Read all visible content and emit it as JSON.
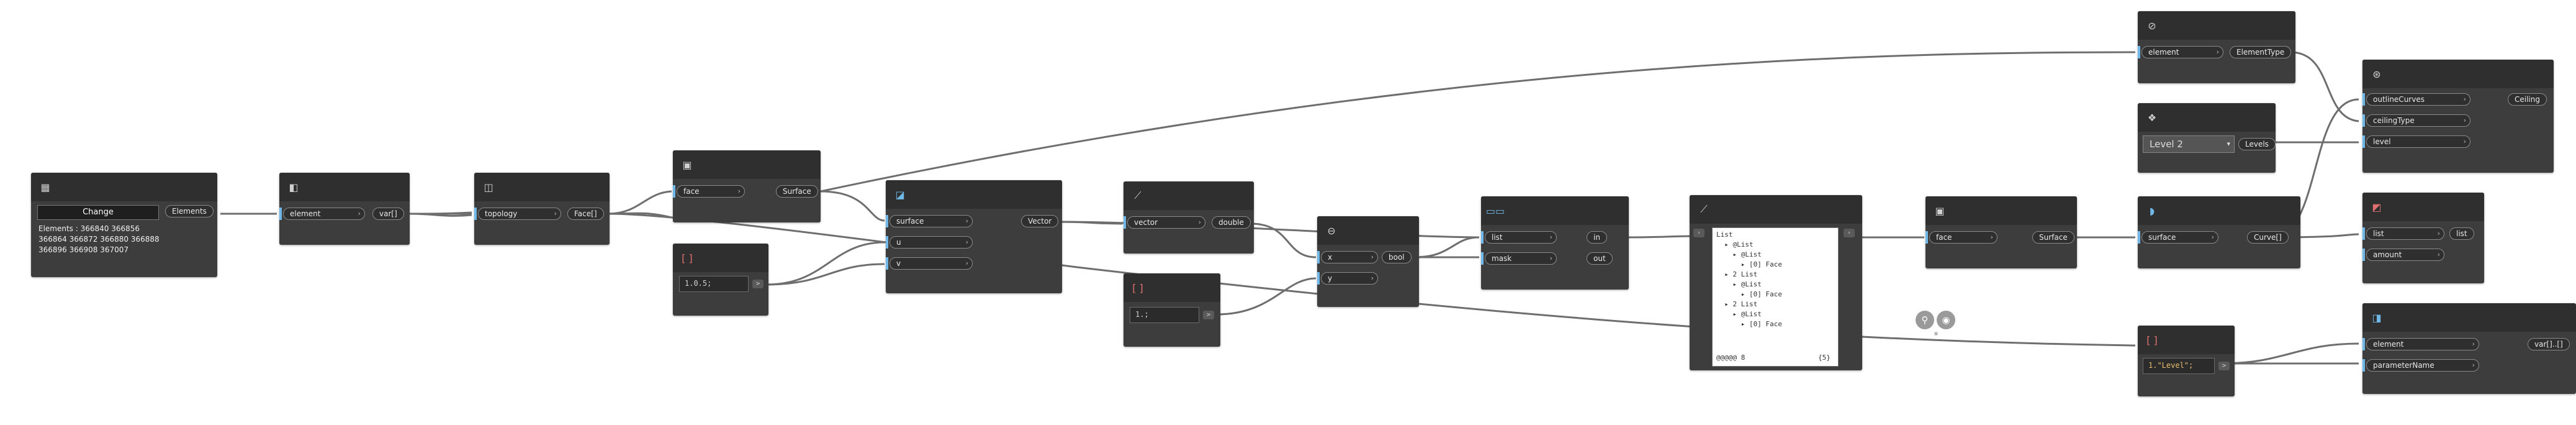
{
  "nodes": {
    "select_elements": {
      "button_label": "Change",
      "output": "Elements",
      "elements_text": "Elements : 366840 366856 366864 366872 366880 366888 366896 366908 367007"
    },
    "element_geometry": {
      "input": "element",
      "output": "var[]"
    },
    "topology_faces": {
      "input": "topology",
      "output": "Face[]"
    },
    "face_surface": {
      "input": "face",
      "output": "Surface"
    },
    "surface_normal": {
      "inputs": [
        "surface",
        "u",
        "v"
      ],
      "output": "Vector"
    },
    "code_half": {
      "code": "1.0.5;"
    },
    "vector_z": {
      "input": "vector",
      "output": "double"
    },
    "code_one": {
      "code": "1.;"
    },
    "compare": {
      "inputs": [
        "x",
        "y"
      ],
      "output": "bool"
    },
    "filter_by_bool": {
      "inputs": [
        "list",
        "mask"
      ],
      "outputs": [
        "in",
        "out"
      ]
    },
    "watch": {
      "lines": [
        "List",
        "  ▸ @List",
        "    ▸ @List",
        "      ▸ [0] Face",
        "  ▸ 2 List",
        "    ▸ @List",
        "      ▸ [0] Face",
        "  ▸ 2 List",
        "    ▸ @List",
        "      ▸ [0] Face"
      ],
      "footer_left": "@@@@@ 8",
      "footer_right": "{5}"
    },
    "face_surface_2": {
      "input": "face",
      "output": "Surface"
    },
    "perimeter_curves": {
      "input": "surface",
      "output": "Curve[]"
    },
    "offset": {
      "inputs": [
        "list",
        "amount"
      ],
      "output": "list"
    },
    "element_type": {
      "input": "element",
      "output": "ElementType"
    },
    "levels": {
      "selected": "Level 2",
      "output": "Levels"
    },
    "ceiling_create": {
      "inputs": [
        "outlineCurves",
        "ceilingType",
        "level"
      ],
      "output": "Ceiling"
    },
    "code_param": {
      "code": "1.\"Level\";"
    },
    "get_param": {
      "inputs": [
        "element",
        "parameterName"
      ],
      "output": "var[]..[]"
    }
  },
  "colors": {
    "port_highlight": "#6fb8e8",
    "node_bg": "#3d3d3d",
    "node_header": "#2f2f2f"
  },
  "icons": [
    "select-elements-icon",
    "element-icon",
    "topology-icon",
    "face-icon",
    "surface-icon",
    "code-block-icon",
    "vector-icon",
    "compare-icon",
    "filter-icon",
    "watch-icon",
    "curve-icon",
    "offset-icon",
    "element-type-icon",
    "levels-icon",
    "ceiling-icon",
    "parameter-icon",
    "pin-icon",
    "eye-icon"
  ]
}
